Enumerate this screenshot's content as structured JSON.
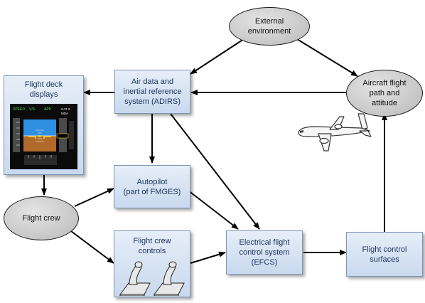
{
  "nodes": {
    "external_environment": {
      "lines": [
        "External",
        "environment"
      ]
    },
    "adirs": {
      "lines": [
        "Air data and",
        "inertial reference",
        "system (ADIRS)"
      ]
    },
    "aircraft_flight_path": {
      "lines": [
        "Aircraft flight",
        "path and",
        "attitude"
      ]
    },
    "flight_deck_displays": {
      "lines": [
        "Flight deck",
        "displays"
      ]
    },
    "autopilot": {
      "lines": [
        "Autopilot",
        "(part of FMGES)"
      ]
    },
    "flight_crew": {
      "lines": [
        "Flight crew"
      ]
    },
    "flight_crew_controls": {
      "lines": [
        "Flight crew",
        "controls"
      ]
    },
    "efcs": {
      "lines": [
        "Electrical flight",
        "control system",
        "(EFCS)"
      ]
    },
    "flight_control_surfaces": {
      "lines": [
        "Flight control",
        "surfaces"
      ]
    }
  },
  "pfd": {
    "fma": [
      "SPEED",
      "V/S",
      "APP"
    ],
    "dh_label": "CAT 3",
    "minimum": "MDA"
  },
  "edges": [
    {
      "from": "external_environment",
      "to": "adirs"
    },
    {
      "from": "external_environment",
      "to": "aircraft_flight_path"
    },
    {
      "from": "aircraft_flight_path",
      "to": "adirs"
    },
    {
      "from": "adirs",
      "to": "flight_deck_displays"
    },
    {
      "from": "adirs",
      "to": "autopilot"
    },
    {
      "from": "adirs",
      "to": "efcs"
    },
    {
      "from": "flight_deck_displays",
      "to": "flight_crew"
    },
    {
      "from": "flight_crew",
      "to": "autopilot"
    },
    {
      "from": "flight_crew",
      "to": "flight_crew_controls"
    },
    {
      "from": "autopilot",
      "to": "efcs"
    },
    {
      "from": "flight_crew_controls",
      "to": "efcs"
    },
    {
      "from": "efcs",
      "to": "flight_control_surfaces"
    },
    {
      "from": "flight_control_surfaces",
      "to": "aircraft_flight_path"
    }
  ]
}
